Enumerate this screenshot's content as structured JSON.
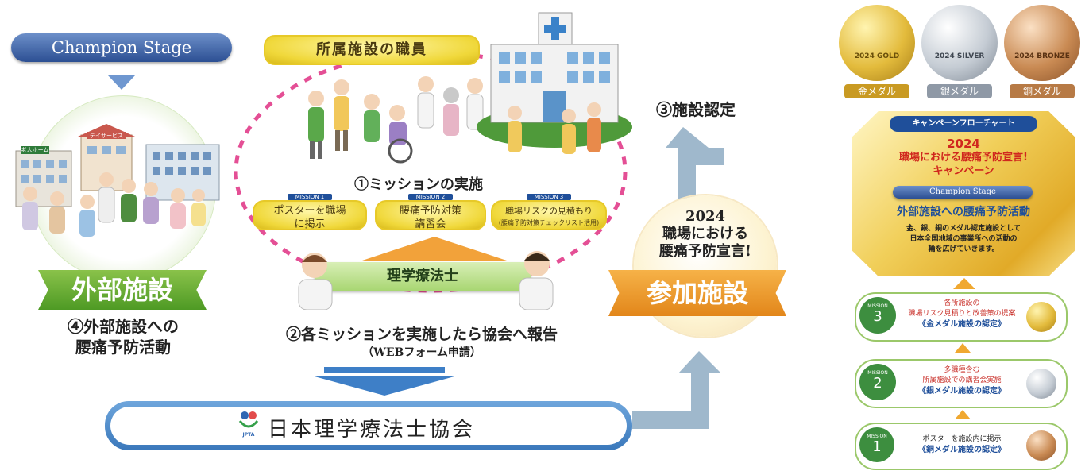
{
  "champion_stage": "Champion Stage",
  "external": {
    "name": "外部施設",
    "caption_line1": "④外部施設への",
    "caption_line2": "腰痛予防活動",
    "sign_nursing_home": "老人ホーム",
    "sign_day_service": "デイサービス"
  },
  "staff_label": "所属施設の職員",
  "mission": {
    "title": "①ミッションの実施",
    "items": [
      {
        "tag": "MISSION 1",
        "line1": "ポスターを職場",
        "line2": "に掲示"
      },
      {
        "tag": "MISSION 2",
        "line1": "腰痛予防対策",
        "line2": "講習会"
      },
      {
        "tag": "MISSION 3",
        "line1": "職場リスクの見積もり",
        "line2": "(腰痛予防対策チェックリスト活用)"
      }
    ]
  },
  "pt_label": "理学療法士",
  "report_line1": "②各ミッションを実施したら協会へ報告",
  "report_line2": "（WEBフォーム申請）",
  "jpta": {
    "logo_text": "JPTA",
    "name": "日本理学療法士協会"
  },
  "certification": "③施設認定",
  "participant": {
    "year": "2024",
    "line2": "職場における",
    "line3": "腰痛予防宣言!",
    "name": "参加施設"
  },
  "medals": [
    {
      "label": "金メダル",
      "face": "2024 GOLD",
      "color": "#c99a22"
    },
    {
      "label": "銀メダル",
      "face": "2024 SILVER",
      "color": "#9aa4b0"
    },
    {
      "label": "銅メダル",
      "face": "2024 BRONZE",
      "color": "#b77a45"
    }
  ],
  "flowchart": {
    "header": "キャンペーンフローチャート",
    "year": "2024",
    "title_line1": "職場における腰痛予防宣言!",
    "title_line2": "キャンペーン",
    "stage": "Champion Stage",
    "activity": "外部施設への腰痛予防活動",
    "desc_line1": "金、銀、銅のメダル認定施設として",
    "desc_line2": "日本全国地域の事業所への活動の",
    "desc_line3": "輪を広げていきます。",
    "missions": [
      {
        "tag": "MISSION",
        "num": "3",
        "line1": "各所施設の",
        "line2": "職場リスク見積りと改善策の提案",
        "cert": "《金メダル施設の認定》",
        "medal_color": "#d9b23a"
      },
      {
        "tag": "MISSION",
        "num": "2",
        "line1": "多職種含む",
        "line2": "所属施設での講習会実施",
        "cert": "《銀メダル施設の認定》",
        "medal_color": "#a8b2bd"
      },
      {
        "tag": "MISSION",
        "num": "1",
        "line1": "ポスターを施設内に掲示",
        "line2": "",
        "cert": "《銅メダル施設の認定》",
        "medal_color": "#b9834d"
      }
    ]
  }
}
